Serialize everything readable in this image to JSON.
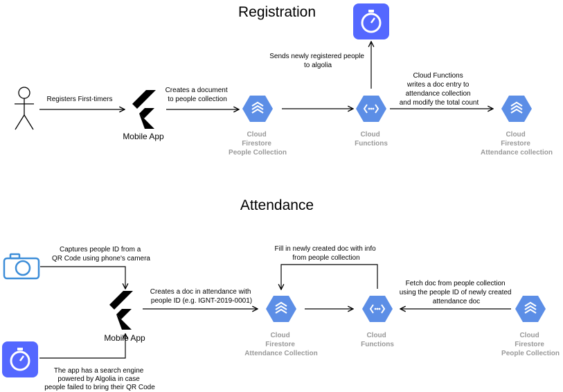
{
  "titles": {
    "registration": "Registration",
    "attendance": "Attendance"
  },
  "colors": {
    "firestore_hex": "#5c8ee6",
    "functions_hex": "#5c8ee6",
    "algolia_bg": "#5468ff",
    "camera": "#3c8dd8",
    "service_label": "#999999"
  },
  "icons": {
    "person": "stick-figure-icon",
    "flutter": "flutter-logo-icon",
    "firestore": "cloud-firestore-icon",
    "functions": "cloud-functions-icon",
    "algolia": "algolia-stopwatch-icon",
    "camera": "camera-icon"
  },
  "registration": {
    "registers_label": "Registers First-timers",
    "mobile_app": "Mobile App",
    "create_doc_label": [
      "Creates a document",
      "to people collection"
    ],
    "firestore_people": [
      "Cloud",
      "Firestore",
      "People Collection"
    ],
    "functions": [
      "Cloud",
      "Functions"
    ],
    "sends_label": [
      "Sends newly registered people",
      "to algolia"
    ],
    "cf_label": [
      "Cloud Functions",
      "writes a doc entry to",
      "attendance collection",
      "and modify the total count"
    ],
    "firestore_attendance": [
      "Cloud",
      "Firestore",
      "Attendance collection"
    ]
  },
  "attendance": {
    "captures_label": [
      "Captures people ID from a",
      "QR Code using phone's camera"
    ],
    "mobile_app": "Mobile App",
    "search_label": [
      "The app has a search engine",
      "powered by Algolia in case",
      "people failed to bring their QR Code"
    ],
    "create_label": [
      "Creates a doc in attendance with",
      "people ID (e.g. IGNT-2019-0001)"
    ],
    "firestore_attendance": [
      "Cloud",
      "Firestore",
      "Attendance Collection"
    ],
    "fill_label": [
      "Fill in newly created doc with info",
      "from people collection"
    ],
    "functions": [
      "Cloud",
      "Functions"
    ],
    "fetch_label": [
      "Fetch doc from people collection",
      "using the people ID  of newly created",
      "attendance doc"
    ],
    "firestore_people": [
      "Cloud",
      "Firestore",
      "People Collection"
    ]
  }
}
